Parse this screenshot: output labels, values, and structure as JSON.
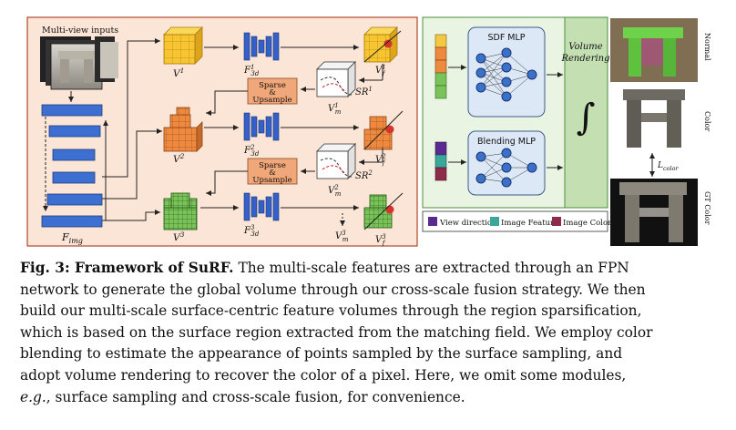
{
  "diagram": {
    "multi_view_label": "Multi-view inputs",
    "f_img": "F",
    "f_img_sub": "img",
    "volumes": [
      {
        "v": "V",
        "sup": "1",
        "f3d": "F",
        "f3d_sub": "3d",
        "f3d_sup": "1",
        "vf_sup": "1"
      },
      {
        "v": "V",
        "sup": "2",
        "f3d": "F",
        "f3d_sub": "3d",
        "f3d_sup": "2",
        "vf_sup": "2"
      },
      {
        "v": "V",
        "sup": "3",
        "f3d": "F",
        "f3d_sub": "3d",
        "f3d_sup": "3",
        "vf_sup": "3"
      }
    ],
    "vf": "V",
    "vf_sub": "f",
    "vm": "V",
    "vm_sub": "m",
    "vm_sups": [
      "1",
      "2",
      "3"
    ],
    "sr": "SR",
    "sr_sups": [
      "1",
      "2"
    ],
    "sparse_upsample_line1": "Sparse",
    "sparse_upsample_line2": "&",
    "sparse_upsample_line3": "Upsample",
    "sdf_mlp": "SDF MLP",
    "blending_mlp": "Blending MLP",
    "volume_rendering_line1": "Volume",
    "volume_rendering_line2": "Rendering",
    "integral": "∫",
    "legend": [
      {
        "label": "View direction",
        "color": "#5b2a91"
      },
      {
        "label": "Image Feature",
        "color": "#3aa79a"
      },
      {
        "label": "Image Color",
        "color": "#8e2a4a"
      }
    ],
    "side_labels": [
      "Normal",
      "Color",
      "GT Color"
    ],
    "loss": "L",
    "loss_sub": "color"
  },
  "caption": {
    "bold": "Fig. 3: Framework of SuRF.",
    "line1": " The multi-scale features are extracted through an FPN",
    "line2": "network to generate the global volume through our cross-scale fusion strategy. We then",
    "line3": "build our multi-scale surface-centric feature volumes through the region sparsification,",
    "line4": "which is based on the surface region extracted from the matching field. We employ color",
    "line5": "blending to estimate the appearance of points sampled by the surface sampling, and",
    "line6": "adopt volume rendering to recover the color of a pixel. Here, we omit some modules,",
    "line7_italic": "e.g.",
    "line7_rest": ", surface sampling and cross-scale fusion, for convenience."
  }
}
